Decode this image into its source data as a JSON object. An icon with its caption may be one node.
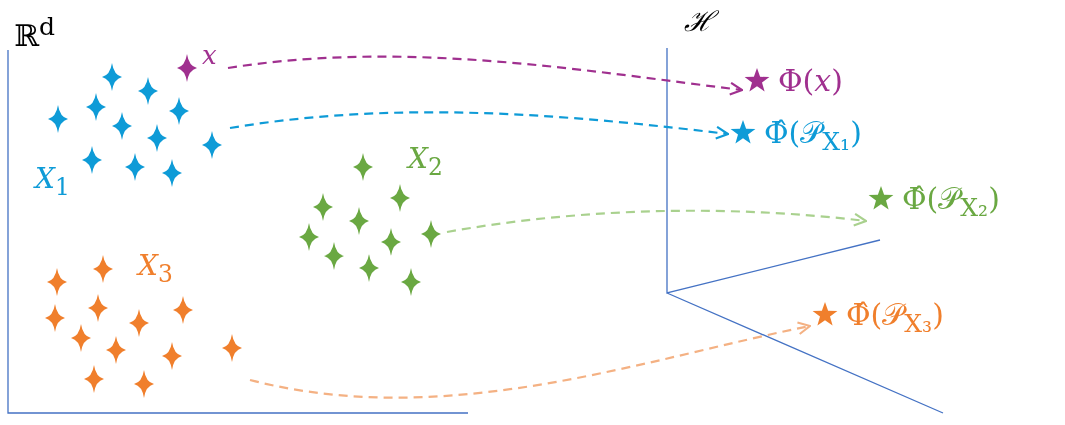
{
  "diagram": {
    "nodes": [
      {
        "text": [
          "x"
        ]
      },
      {
        "text": [
          "*X*$_{1}$"
        ]
      },
      {
        "text": [
          "*X*$_{2}$"
        ]
      },
      {
        "text": [
          "*X*$_{3}$"
        ]
      },
      {
        "text": [
          "Φ(*x*)"
        ]
      },
      {
        "text": [
          "Φ̂(𝒫$_{X₁}$)"
        ]
      },
      {
        "text": [
          "Φ̂(𝒫$_{X₂}$)"
        ]
      },
      {
        "text": [
          "Φ̂(𝒫$_{X₃}$)"
        ]
      }
    ],
    "edges": [
      {
        "from": 0,
        "to": 4,
        "arrow": "to",
        "style": "dashed",
        "color": "#a0308f"
      },
      {
        "from": 1,
        "to": 5,
        "arrow": "to",
        "style": "dashed",
        "color": "#0e9bd7"
      },
      {
        "from": 2,
        "to": 6,
        "arrow": "to",
        "style": "dashed",
        "color": "#a9d18e"
      },
      {
        "from": 3,
        "to": 7,
        "arrow": "to",
        "style": "dashed",
        "color": "#f4b183"
      }
    ],
    "labels": [
      "ℝ$^{d}$",
      "ℋ"
    ]
  }
}
